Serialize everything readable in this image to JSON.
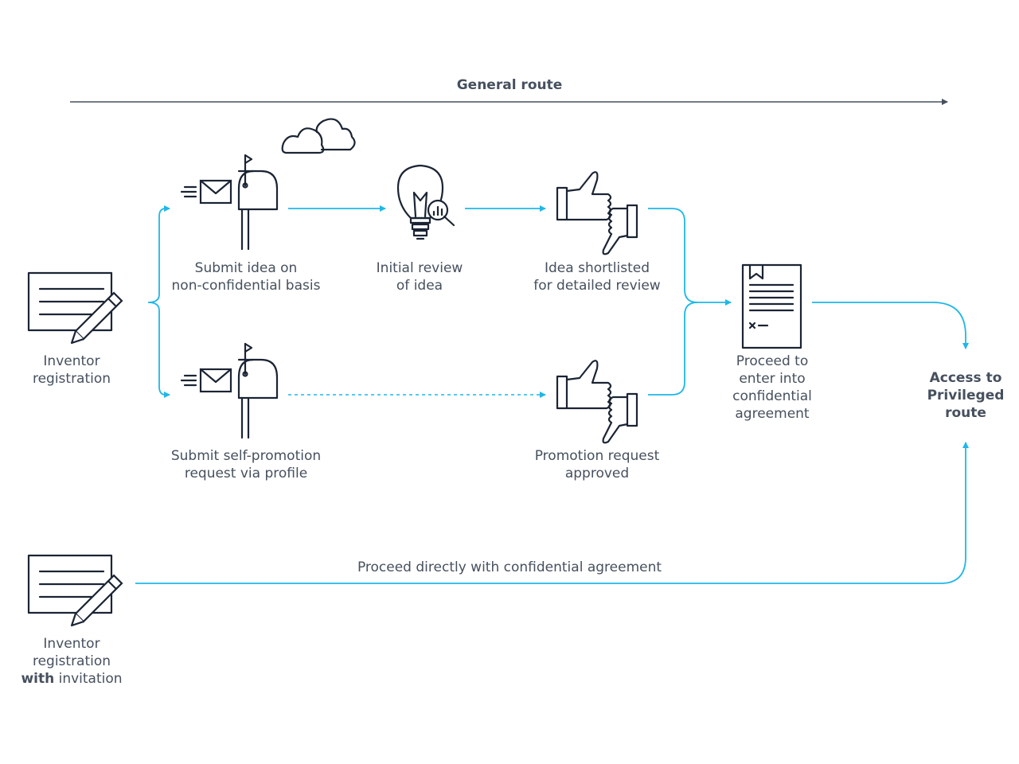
{
  "diagram": {
    "general_route": "General route",
    "steps": {
      "inventor_registration": [
        "Inventor",
        "registration"
      ],
      "submit_idea": [
        "Submit idea on",
        "non-confidential basis"
      ],
      "initial_review": [
        "Initial review",
        "of idea"
      ],
      "idea_shortlisted": [
        "Idea shortlisted",
        "for detailed review"
      ],
      "submit_self_promotion": [
        "Submit self-promotion",
        "request via profile"
      ],
      "promotion_approved": [
        "Promotion request",
        "approved"
      ],
      "proceed_confidential": [
        "Proceed to",
        "enter into",
        "confidential",
        "agreement"
      ],
      "access_privileged": [
        "Access to",
        "Privileged",
        "route"
      ],
      "registration_invitation": {
        "line1": "Inventor",
        "line2": "registration",
        "line3_bold": "with",
        "line3_rest": " invitation"
      },
      "direct_route": "Proceed directly with confidential agreement"
    },
    "colors": {
      "flow": "#1fb7e8",
      "ink": "#1b2434",
      "text": "#46505e"
    },
    "icons": [
      "cloud-icon",
      "mailbox-icon",
      "lightbulb-magnifier-icon",
      "thumbs-up-down-icon",
      "document-sign-icon",
      "registration-form-pencil-icon"
    ]
  }
}
